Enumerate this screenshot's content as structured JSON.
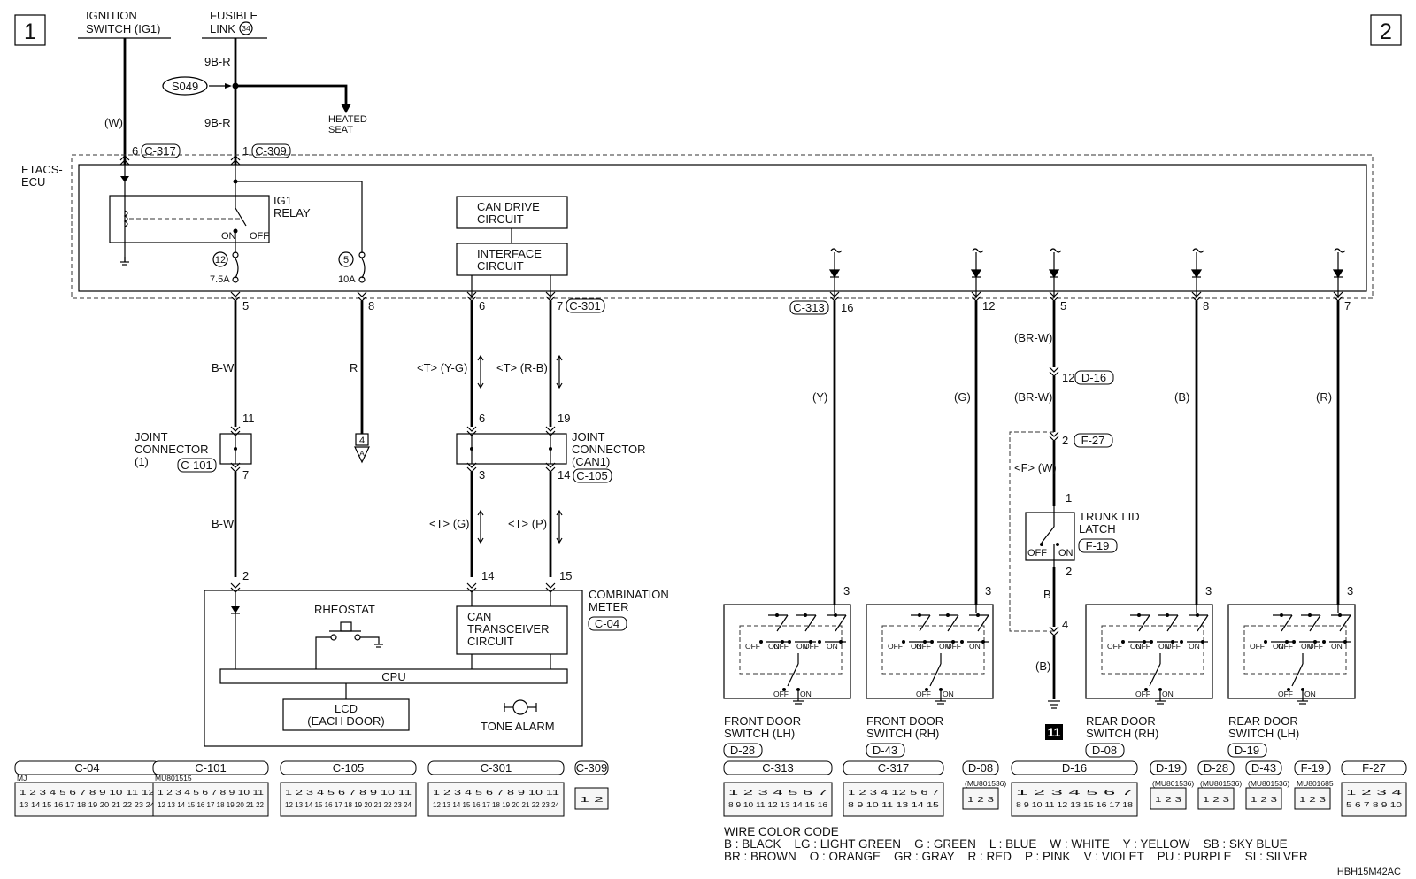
{
  "page_markers": {
    "left": "1",
    "right": "2"
  },
  "source_labels": {
    "ignition_switch": [
      "IGNITION",
      "SWITCH (IG1)"
    ],
    "fusible_link": [
      "FUSIBLE",
      "LINK"
    ],
    "fusible_link_number": "34"
  },
  "splice": {
    "id": "S049",
    "dest": [
      "HEATED",
      "SEAT"
    ]
  },
  "wire_labels": {
    "w_ign": "(W)",
    "w_fus_top": "9B-R",
    "w_fus_bot": "9B-R",
    "bw1": "B-W",
    "r": "R",
    "ty_g": "<T> (Y-G)",
    "tr_b": "<T> (R-B)",
    "bw2": "B-W",
    "tg": "<T> (G)",
    "tp": "<T> (P)",
    "y": "(Y)",
    "g": "(G)",
    "br_w1": "(BR-W)",
    "br_w2": "(BR-W)",
    "fw": "<F> (W)",
    "b1": "B",
    "b2": "(B)",
    "b_rr": "(B)",
    "r_rl": "(R)"
  },
  "etacs": {
    "label": [
      "ETACS-",
      "ECU"
    ],
    "ig1_relay": [
      "IG1",
      "RELAY"
    ],
    "relay_on": "ON",
    "relay_off": "OFF",
    "fuse12": "12",
    "fuse12_rating": "7.5A",
    "fuse5": "5",
    "fuse5_rating": "10A",
    "can_drive": [
      "CAN DRIVE",
      "CIRCUIT"
    ],
    "interface": [
      "INTERFACE",
      "CIRCUIT"
    ]
  },
  "pins": {
    "p6_c317": "6",
    "p1_c309": "1",
    "p5": "5",
    "p8": "8",
    "p6": "6",
    "p7_c301": "7",
    "p16": "16",
    "p12": "12",
    "p5b": "5",
    "p8b": "8",
    "p7b": "7",
    "j1_11": "11",
    "j1_7": "7",
    "can_6": "6",
    "can_19": "19",
    "can_3": "3",
    "can_14": "14",
    "m2": "2",
    "m14": "14",
    "m15": "15",
    "d16_12": "12",
    "f27_2": "2",
    "trunk_1": "1",
    "trunk_2": "2",
    "trunk_4": "4",
    "fd_lh3": "3",
    "fd_rh3": "3",
    "rd_rh3": "3",
    "rd_lh3": "3"
  },
  "connectors": {
    "c317": "C-317",
    "c309": "C-309",
    "c301": "C-301",
    "c313": "C-313",
    "d16": "D-16",
    "f27": "F-27",
    "c101": "C-101",
    "c105": "C-105",
    "f19": "F-19",
    "c04": "C-04",
    "d28": "D-28",
    "d43": "D-43",
    "d08": "D-08",
    "d19": "D-19"
  },
  "joint_connector_1": [
    "JOINT",
    "CONNECTOR",
    "(1)"
  ],
  "joint_connector_can1": [
    "JOINT",
    "CONNECTOR",
    "(CAN1)"
  ],
  "ground_ref": {
    "num": "4",
    "letter": "A"
  },
  "combination_meter": {
    "label": [
      "COMBINATION",
      "METER"
    ],
    "rheostat": "RHEOSTAT",
    "can_transceiver": [
      "CAN",
      "TRANSCEIVER",
      "CIRCUIT"
    ],
    "cpu": "CPU",
    "lcd": [
      "LCD",
      "(EACH DOOR)"
    ],
    "tone_alarm": "TONE ALARM"
  },
  "trunk_lid": {
    "label": [
      "TRUNK LID",
      "LATCH"
    ],
    "off": "OFF",
    "on": "ON"
  },
  "door_switches": [
    {
      "label": [
        "FRONT DOOR",
        "SWITCH (LH)"
      ]
    },
    {
      "label": [
        "FRONT DOOR",
        "SWITCH (RH)"
      ]
    },
    {
      "label": [
        "REAR DOOR",
        "SWITCH (RH)"
      ]
    },
    {
      "label": [
        "REAR DOOR",
        "SWITCH (LH)"
      ]
    }
  ],
  "switch_states": {
    "off": "OFF",
    "on": "ON"
  },
  "ground_marker": "11",
  "connector_views": [
    {
      "label": "C-04",
      "part": "MJ",
      "rows": [
        "1 2 3 4 5 6 7 8 9 10 11 12",
        "13 14 15 16 17 18 19 20 21 22 23 24"
      ]
    },
    {
      "label": "C-101",
      "part": "MU801515",
      "rows": [
        "1 2 3 4 5 6 7 8 9 10 11",
        "12 13 14 15 16 17 18 19 20 21 22"
      ]
    },
    {
      "label": "C-105",
      "part": "",
      "rows": [
        "1 2 3 4 5 6 7 8 9 10 11",
        "12 13 14 15 16 17 18 19 20 21 22 23 24"
      ]
    },
    {
      "label": "C-301",
      "part": "",
      "rows": [
        "1 2 3 4 5 6 7 8 9 10 11",
        "12 13 14 15 16 17 18 19 20 21 22 23 24"
      ]
    },
    {
      "label": "C-309",
      "part": "",
      "rows": [
        "1 2"
      ]
    },
    {
      "label": "C-313",
      "part": "",
      "rows": [
        "1 2 3 4 5 6 7",
        "8 9 10 11 12 13 14 15 16"
      ]
    },
    {
      "label": "C-317",
      "part": "",
      "rows": [
        "1 2 3 4 12 5 6 7",
        "8 9 10 11 13 14 15"
      ]
    },
    {
      "label": "D-08",
      "part": "(MU801536)",
      "rows": [
        "1 2 3"
      ]
    },
    {
      "label": "D-16",
      "part": "",
      "rows": [
        "1 2 3 4 5 6 7",
        "8 9 10 11 12 13 15 16 17 18"
      ]
    },
    {
      "label": "D-19",
      "part": "(MU801536)",
      "rows": [
        "1 2 3"
      ]
    },
    {
      "label": "D-28",
      "part": "(MU801536)",
      "rows": [
        "1 2 3"
      ]
    },
    {
      "label": "D-43",
      "part": "(MU801536)",
      "rows": [
        "1 2 3"
      ]
    },
    {
      "label": "F-19",
      "part": "MU801685",
      "rows": [
        "1 2 3"
      ]
    },
    {
      "label": "F-27",
      "part": "",
      "rows": [
        "1 2 3 4",
        "5 6 7 8 9 10"
      ]
    }
  ],
  "wire_color_code": {
    "title": "WIRE COLOR CODE",
    "line1": "B : BLACK    LG : LIGHT GREEN    G : GREEN    L : BLUE    W : WHITE    Y : YELLOW    SB : SKY BLUE",
    "line2": "BR : BROWN    O : ORANGE    GR : GRAY    R : RED    P : PINK    V : VIOLET    PU : PURPLE    SI : SILVER"
  },
  "diagram_code": "HBH15M42AC"
}
